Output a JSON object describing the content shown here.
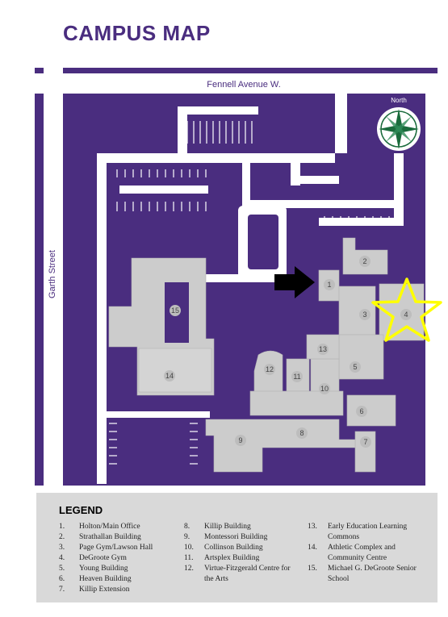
{
  "title": "CAMPUS MAP",
  "streets": {
    "top": "Fennell Avenue W.",
    "left": "Garth Street"
  },
  "compass_label": "North",
  "colors": {
    "map_bg": "#4a2d7f",
    "building": "#cccccc",
    "road": "#ffffff",
    "legend_bg": "#d9d9d9",
    "highlight_star": "#ffff00",
    "arrow": "#000000",
    "compass": "#1a6b3c"
  },
  "markers": {
    "arrow_icon": "arrow-right-icon",
    "star_icon": "star-icon",
    "highlighted_building": "4"
  },
  "building_labels": [
    "1",
    "2",
    "3",
    "4",
    "5",
    "6",
    "7",
    "8",
    "9",
    "10",
    "11",
    "12",
    "13",
    "14",
    "15"
  ],
  "legend": {
    "title": "LEGEND",
    "columns": [
      [
        {
          "num": "1.",
          "name": "Holton/Main Office"
        },
        {
          "num": "2.",
          "name": "Strathallan Building"
        },
        {
          "num": "3.",
          "name": "Page Gym/Lawson Hall"
        },
        {
          "num": "4.",
          "name": "DeGroote Gym"
        },
        {
          "num": "5.",
          "name": "Young Building"
        },
        {
          "num": "6.",
          "name": "Heaven Building"
        },
        {
          "num": "7.",
          "name": "Killip Extension"
        }
      ],
      [
        {
          "num": "8.",
          "name": "Killip Building"
        },
        {
          "num": "9.",
          "name": "Montessori Building"
        },
        {
          "num": "10.",
          "name": "Collinson Building"
        },
        {
          "num": "11.",
          "name": "Artsplex Building"
        },
        {
          "num": "12.",
          "name": "Virtue-Fitzgerald Centre for the Arts"
        }
      ],
      [
        {
          "num": "13.",
          "name": "Early Education Learning Commons"
        },
        {
          "num": "14.",
          "name": "Athletic Complex and Community Centre"
        },
        {
          "num": "15.",
          "name": "Michael G. DeGroote Senior School"
        }
      ]
    ]
  }
}
